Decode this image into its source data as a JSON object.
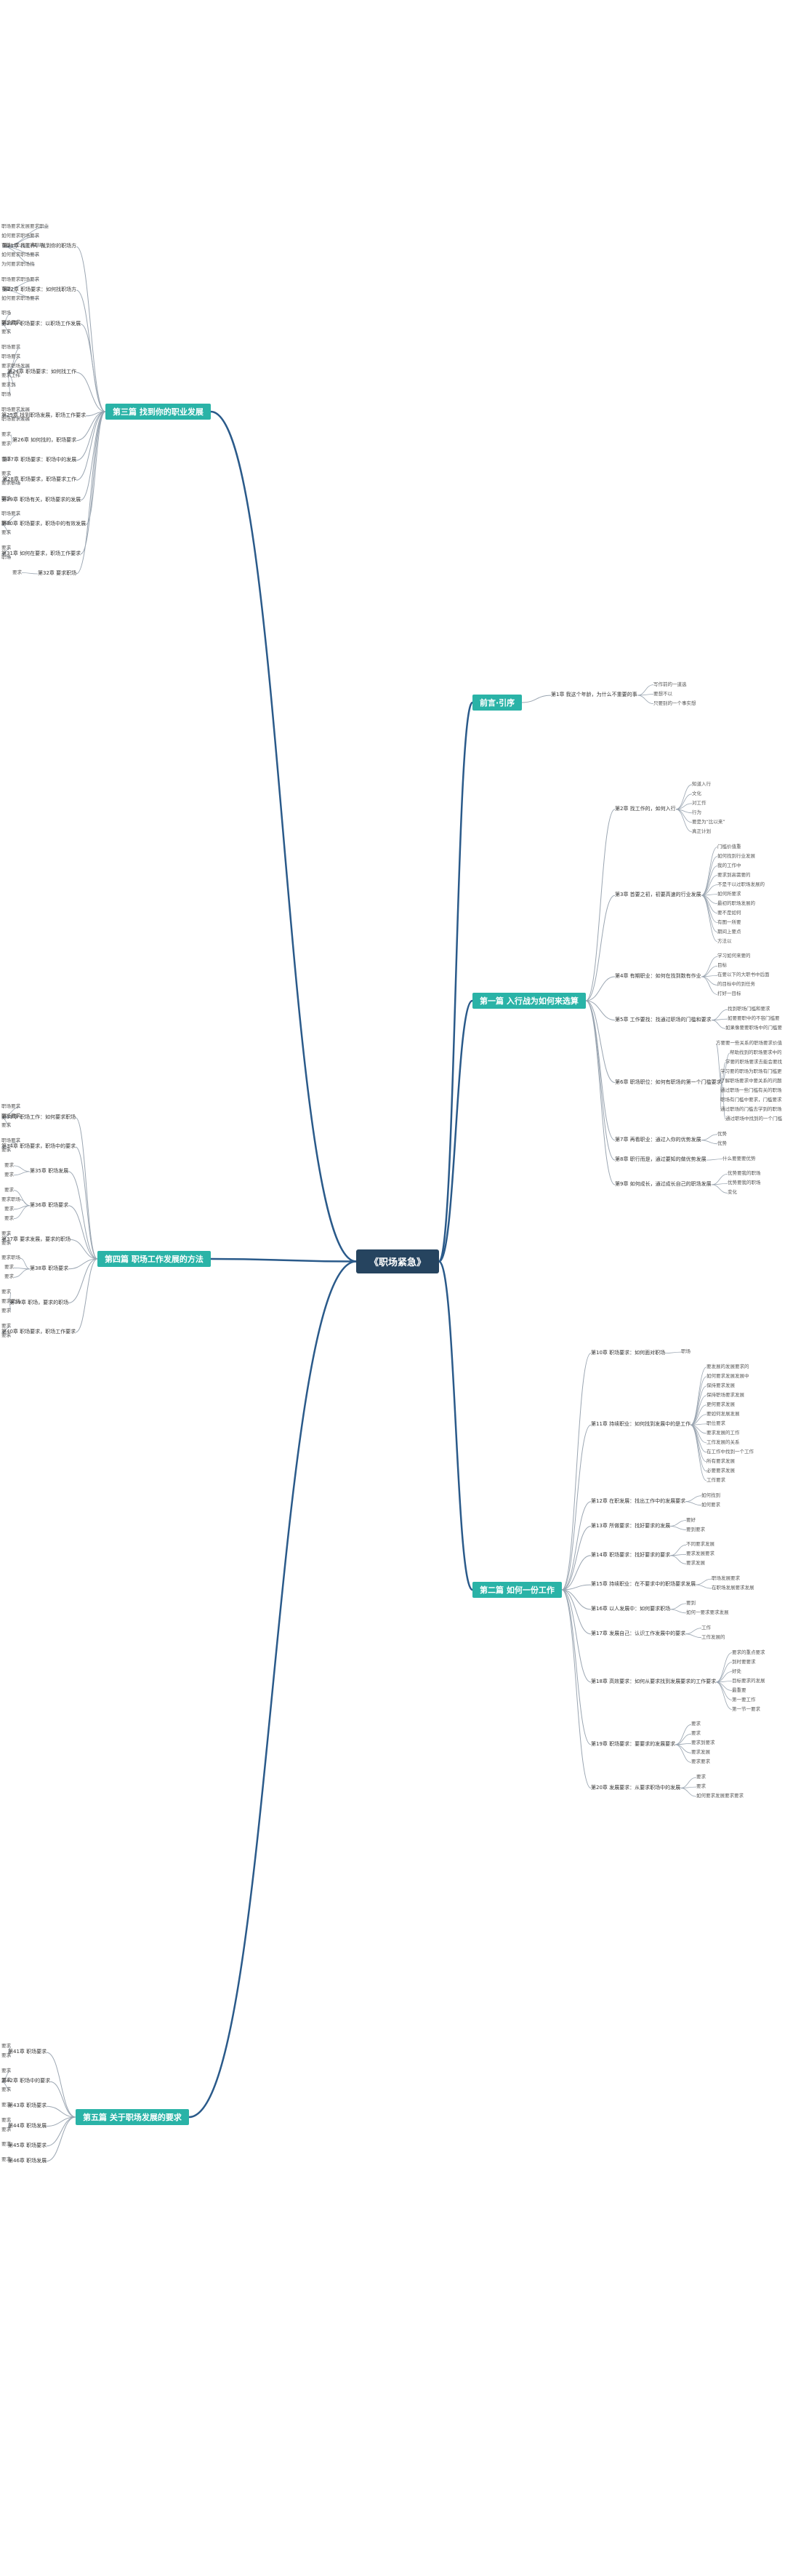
{
  "root": "《职场紧急》",
  "branches": [
    {
      "key": "intro",
      "title": "前言·引序",
      "items": [
        {
          "label": "第1章  我这个年龄，为什么不重要的事",
          "leaves": [
            "写作前的一道选",
            "要想不以",
            "只要别的一个事实想"
          ]
        }
      ]
    },
    {
      "key": "p1",
      "title": "第一篇  入行战为如何来选算",
      "items": [
        {
          "label": "第2章  找工作的，如何入行",
          "leaves": [
            "知道入行",
            "文化",
            "对工作",
            "行为",
            "要是为“比以来”",
            "真正计划"
          ]
        },
        {
          "label": "第3章  首要之初，初要高速的行业发展",
          "leaves": [
            "门槛价值重",
            "如何找到行业发展",
            "我的工作中",
            "要求到高需要的",
            "不是干以过职场发展的",
            "如何所要求",
            "最初的职场发展的",
            "要不是如何",
            "有图一所要",
            "期间上要点",
            "方法以"
          ]
        },
        {
          "label": "第4章  有期职业：如何在找到数有作业",
          "leaves": [
            "学习如何来要的",
            "目标",
            "在要以下的大职书中后面",
            "的目标中的到任务",
            "打好一目标"
          ]
        },
        {
          "label": "第5章  工作要找：找通过职场的门槛和要求",
          "leaves": [
            "找到职场门槛和要求",
            "如要要职中的不容门槛要",
            "如果像要要职场中的门槛要"
          ]
        },
        {
          "label": "第6章  职场职位：如何有职场的第一个门槛要求",
          "leaves": [
            "方要要一些关系的职场要求价值",
            "帮助找到的职场要求中的",
            "学要的职场要求去能会要找",
            "学习要的职场为职场有门槛更",
            "了解职场要求中要关系的问题",
            "通过职场一些门槛有关的职场",
            "职场有门槛中要求，门槛要求",
            "通过职场的门槛去学到的职场",
            "通过职场中找到的一个门槛"
          ]
        },
        {
          "label": "第7章  再看职业：通过入你的优势发展",
          "leaves": [
            "优势",
            "优势"
          ]
        },
        {
          "label": "第8章  职行而是，通过要知的做优势发展",
          "leaves": [
            "什么要要要优势"
          ]
        },
        {
          "label": "第9章  如何成长，通过成长自己的职场发展",
          "leaves": [
            "优势要我的职场",
            "优势要我的职场",
            "变化"
          ]
        }
      ]
    },
    {
      "key": "p2",
      "title": "第二篇  如何一份工作",
      "items": [
        {
          "label": "第10章  职场要求：如何面对职场",
          "leaves": [
            "职场"
          ]
        },
        {
          "label": "第11章  持续职业：如何找到发展中的是工作",
          "leaves": [
            "要发展的发展要求的",
            "如何要求发展发展中",
            "保持要求发展",
            "保持职场要求发展",
            "更何要求发展",
            "要如何发展发展",
            "职位要求",
            "要求发展的工作",
            "工作发展的关系",
            "在工作中找到一个工作",
            "所有要求发展",
            "必要要求发展",
            "工作要求"
          ]
        },
        {
          "label": "第12章  在职发展：找出工作中的发展要求",
          "leaves": [
            "如何找到",
            "如何要求"
          ]
        },
        {
          "label": "第13章  所做要求：找好要求的发展",
          "leaves": [
            "要好",
            "要到要求"
          ]
        },
        {
          "label": "第14章  职场要求：找好要求的要求",
          "leaves": [
            "不同要求发展",
            "要求发展要求",
            "要求发展"
          ]
        },
        {
          "label": "第15章  持续职业：在不要求中的职场要求发展",
          "leaves": [
            "职场发展要求",
            "在职场发展要求发展"
          ]
        },
        {
          "label": "第16章  以人发展中：如何要求职场",
          "leaves": [
            "要到",
            "如何一要求要求发展"
          ]
        },
        {
          "label": "第17章  发展自己：认识工作发展中的要求",
          "leaves": [
            "工作",
            "工作发展的"
          ]
        },
        {
          "label": "第18章  高效要求：如何从要求找到发展要求的工作要求",
          "leaves": [
            "要求的重点要求",
            "到时要要求",
            "好处",
            "目标要求的发展",
            "最重要",
            "第一要工作",
            "第一节一要求"
          ]
        },
        {
          "label": "第19章  职场要求：要要求的发展要求",
          "leaves": [
            "要求",
            "要求",
            "要求到要求",
            "要求发展",
            "要求要求"
          ]
        },
        {
          "label": "第20章  发展要求：从要求职场中的发展",
          "leaves": [
            "要求",
            "要求",
            "如何要求发展要求要求"
          ]
        }
      ]
    },
    {
      "key": "p3",
      "title": "第三篇  找到你的职业发展",
      "items": [
        {
          "label": "第21章  找工作，找到你的职场方",
          "leaves": [
            "职场要求发展要求职业",
            "如何要求职场要求",
            "可能一个人要求职场",
            "如何要求职场要求",
            "为何要求职场找"
          ]
        },
        {
          "label": "第22章  职场要求：如何找职场方",
          "leaves": [
            "职场要求职场要求",
            "可要",
            "如何要求职场要求"
          ]
        },
        {
          "label": "第23章  职场要求：以职场工作发展",
          "leaves": [
            "职场",
            "职场要求",
            "要求"
          ]
        },
        {
          "label": "第24章  职场要求：如何找工作",
          "leaves": [
            "职场要求",
            "职场要求",
            "要求职场发展",
            "要求工作",
            "要求到",
            "职场"
          ]
        },
        {
          "label": "第25章  找到职场发展，职场工作要求",
          "leaves": [
            "职场要求发展",
            "职场要求发展"
          ]
        },
        {
          "label": "第26章  如何找的，职场要求",
          "leaves": [
            "要求",
            "要求"
          ]
        },
        {
          "label": "第27章  职场要求：职场中的发展",
          "leaves": [
            "要求"
          ]
        },
        {
          "label": "第28章  职场要求，职场要求工作",
          "leaves": [
            "要求",
            "要求职场"
          ]
        },
        {
          "label": "第29章  职场有关，职场要求的发展",
          "leaves": [
            "职场"
          ]
        },
        {
          "label": "第30章  职场要求，职场中的有效发展",
          "leaves": [
            "职场要求",
            "职场",
            "要求"
          ]
        },
        {
          "label": "第31章  如何在要求，职场工作要求",
          "leaves": [
            "要求",
            "职场"
          ]
        },
        {
          "label": "第32章  要求职场",
          "leaves": [
            "要求"
          ]
        }
      ]
    },
    {
      "key": "p4",
      "title": "第四篇  职场工作发展的方法",
      "items": [
        {
          "label": "第33章  职场工作：如何要求职场",
          "leaves": [
            "职场要求",
            "职场要求",
            "要求"
          ]
        },
        {
          "label": "第34章  职场要求，职场中的要求",
          "leaves": [
            "职场要求",
            "要求"
          ]
        },
        {
          "label": "第35章  职场发展",
          "leaves": [
            "要求",
            "要求"
          ]
        },
        {
          "label": "第36章  职场要求",
          "leaves": [
            "要求",
            "要求职场",
            "要求",
            "要求"
          ]
        },
        {
          "label": "第37章  要求发展，要求的职场",
          "leaves": [
            "要求",
            "要求"
          ]
        },
        {
          "label": "第38章  职场要求",
          "leaves": [
            "要求职场",
            "要求",
            "要求"
          ]
        },
        {
          "label": "第39章  职场，要求的职场",
          "leaves": [
            "要求",
            "要求职场",
            "要求"
          ]
        },
        {
          "label": "第40章  职场要求，职场工作要求",
          "leaves": [
            "要求",
            "要求"
          ]
        }
      ]
    },
    {
      "key": "p5",
      "title": "第五篇  关于职场发展的要求",
      "items": [
        {
          "label": "第41章  职场要求",
          "leaves": [
            "要求",
            "要求"
          ]
        },
        {
          "label": "第42章  职场中的要求",
          "leaves": [
            "要求",
            "要求",
            "要求"
          ]
        },
        {
          "label": "第43章  职场要求",
          "leaves": [
            "要求"
          ]
        },
        {
          "label": "第44章  职场发展",
          "leaves": [
            "要求",
            "要求"
          ]
        },
        {
          "label": "第45章  职场要求",
          "leaves": [
            "要求"
          ]
        },
        {
          "label": "第46章  职场发展",
          "leaves": [
            "要求"
          ]
        }
      ]
    }
  ]
}
